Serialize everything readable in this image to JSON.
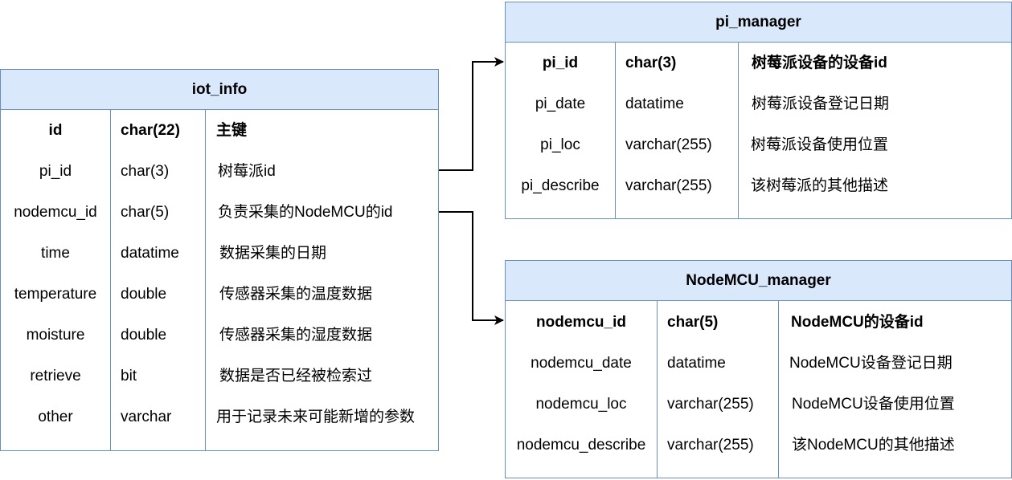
{
  "tables": {
    "iot_info": {
      "title": "iot_info",
      "rows": [
        {
          "name": "id",
          "type": "char(22)",
          "desc": "主键",
          "key": true
        },
        {
          "name": "pi_id",
          "type": "char(3)",
          "desc": "树莓派id",
          "key": false
        },
        {
          "name": "nodemcu_id",
          "type": "char(5)",
          "desc": "负责采集的NodeMCU的id",
          "key": false
        },
        {
          "name": "time",
          "type": "datatime",
          "desc": "数据采集的日期",
          "key": false
        },
        {
          "name": "temperature",
          "type": "double",
          "desc": "传感器采集的温度数据",
          "key": false
        },
        {
          "name": "moisture",
          "type": "double",
          "desc": "传感器采集的湿度数据",
          "key": false
        },
        {
          "name": "retrieve",
          "type": "bit",
          "desc": "数据是否已经被检索过",
          "key": false
        },
        {
          "name": "other",
          "type": "varchar",
          "desc": "用于记录未来可能新增的参数",
          "key": false
        }
      ]
    },
    "pi_manager": {
      "title": "pi_manager",
      "rows": [
        {
          "name": "pi_id",
          "type": "char(3)",
          "desc": "树莓派设备的设备id",
          "key": true
        },
        {
          "name": "pi_date",
          "type": "datatime",
          "desc": "树莓派设备登记日期",
          "key": false
        },
        {
          "name": "pi_loc",
          "type": "varchar(255)",
          "desc": "树莓派设备使用位置",
          "key": false
        },
        {
          "name": "pi_describe",
          "type": "varchar(255)",
          "desc": "该树莓派的其他描述",
          "key": false
        }
      ]
    },
    "nodemcu_manager": {
      "title": "NodeMCU_manager",
      "rows": [
        {
          "name": "nodemcu_id",
          "type": "char(5)",
          "desc": "NodeMCU的设备id",
          "key": true
        },
        {
          "name": "nodemcu_date",
          "type": "datatime",
          "desc": "NodeMCU设备登记日期",
          "key": false
        },
        {
          "name": "nodemcu_loc",
          "type": "varchar(255)",
          "desc": "NodeMCU设备使用位置",
          "key": false
        },
        {
          "name": "nodemcu_describe",
          "type": "varchar(255)",
          "desc": "该NodeMCU的其他描述",
          "key": false
        }
      ]
    }
  },
  "connectors": [
    {
      "from": "iot_info.pi_id",
      "to": "pi_manager.pi_id"
    },
    {
      "from": "iot_info.nodemcu_id",
      "to": "NodeMCU_manager.nodemcu_id"
    }
  ],
  "colors": {
    "header_fill": "#dae8fc",
    "border": "#6c8ebf",
    "edge": "#000000"
  }
}
